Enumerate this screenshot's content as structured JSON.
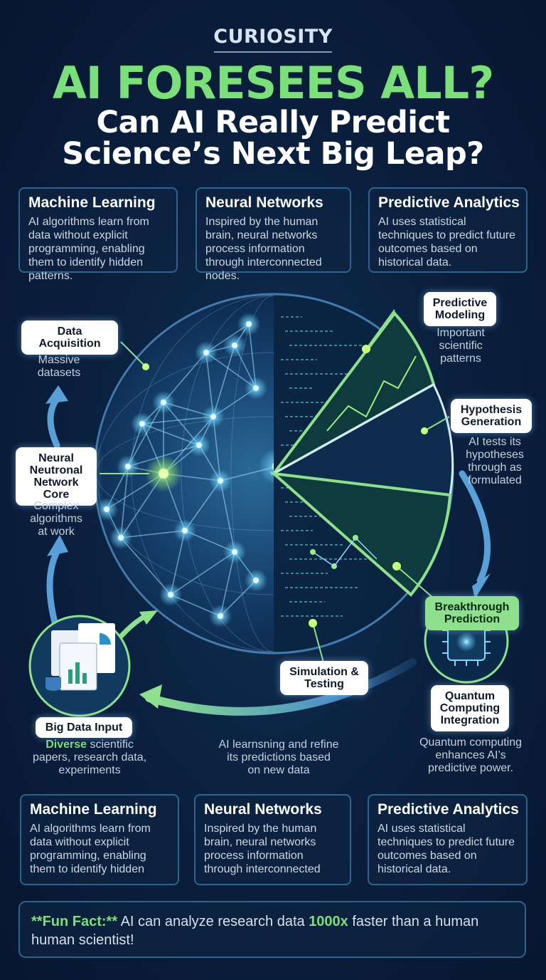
{
  "header": {
    "kicker": "CURIOSITY",
    "title": "AI FORESEES ALL?",
    "subtitle_line1": "Can AI Really Predict",
    "subtitle_line2": "Science’s Next Big Leap?"
  },
  "top_cards": [
    {
      "title": "Machine Learning",
      "body": "AI algorithms learn from data without explicit programming, enabling them to identify hidden patterns."
    },
    {
      "title": "Neural Networks",
      "body": "Inspired by the human brain, neural networks process information through interconnected nodes."
    },
    {
      "title": "Predictive Analytics",
      "body": "AI uses statistical techniques to predict future outcomes based on historical data."
    }
  ],
  "diagram": {
    "data_acquisition": {
      "label_line1": "Data",
      "label_line2": "Acquisition",
      "note_line1": "Massive",
      "note_line2": "datasets"
    },
    "neural_core": {
      "label_line1": "Neural",
      "label_line2": "Neutronal",
      "label_line3": "Network",
      "label_line4": "Core",
      "note_line1": "Complex",
      "note_line2": "algorithms",
      "note_line3": "at work"
    },
    "predictive_modeling": {
      "label_line1": "Predictive",
      "label_line2": "Modeling",
      "note_line1": "Important",
      "note_line2": "scientific",
      "note_line3": "patterns"
    },
    "hypothesis_generation": {
      "label_line1": "Hypothesis",
      "label_line2": "Generation",
      "note_line1": "AI tests its",
      "note_line2": "hypotheses",
      "note_line3": "through as",
      "note_line4": "formulated"
    },
    "breakthrough_prediction": {
      "label_line1": "Breakthrough",
      "label_line2": "Prediction"
    },
    "quantum_computing": {
      "label_line1": "Quantum",
      "label_line2": "Computing",
      "label_line3": "Integration",
      "note_line1": "Quantum computing",
      "note_line2": "enhances AI’s",
      "note_line3": "predictive power."
    },
    "simulation_testing": {
      "label_line1": "Simulation &",
      "label_line2": "Testing"
    },
    "big_data_input": {
      "label": "Big Data Input",
      "note_highlight": "Diverse",
      "note_line1_rest": " scientific",
      "note_line2": "papers, research data,",
      "note_line3": "experiments"
    },
    "loop_note": {
      "line1": "AI learnsning and refine",
      "line2": "its predictions based",
      "line3": "on new data"
    },
    "colors": {
      "accent_green": "#7be07a",
      "node_cyan": "#7fd8ff",
      "background": "#0b2140"
    }
  },
  "bottom_cards": [
    {
      "title": "Machine Learning",
      "body": "AI algorithms learn from data without explicit programming, enabling them to identify hidden"
    },
    {
      "title": "Neural Networks",
      "body": "Inspired by the human brain, neural networks process information through interconnected"
    },
    {
      "title": "Predictive Analytics",
      "body": "AI uses statistical techniques to predict future outcomes based on historical data."
    }
  ],
  "fun_fact": {
    "label": "**Fun Fact:**",
    "text_before": " AI can analyze research data ",
    "highlight": "1000x",
    "text_after": " faster than a human",
    "line2": "human scientist!"
  }
}
